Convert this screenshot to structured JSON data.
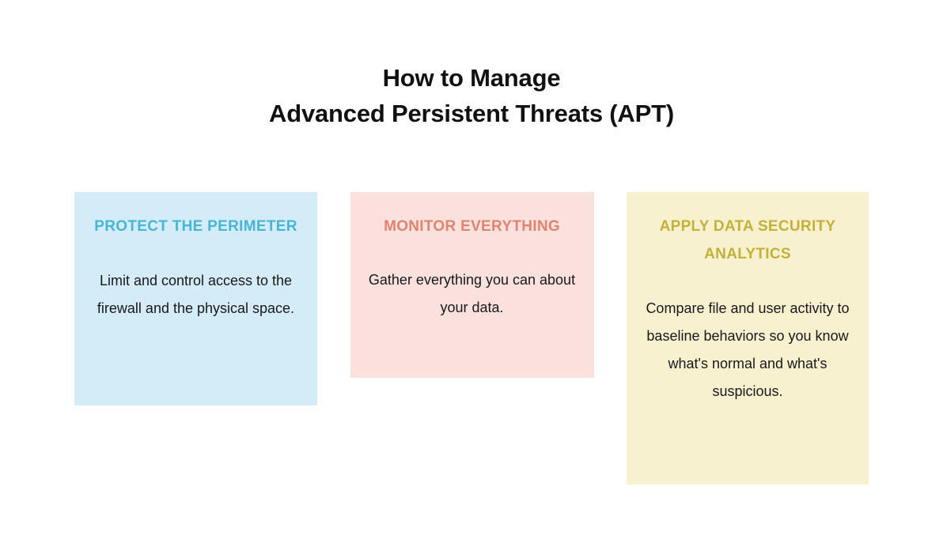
{
  "title": {
    "line1": "How to Manage",
    "line2": "Advanced Persistent Threats (APT)"
  },
  "colors": {
    "page_background": "#ffffff",
    "title_text": "#111111",
    "body_text": "#17181a",
    "card1_background": "#d4ecf7",
    "card1_heading": "#46b6d4",
    "card2_background": "#fbe1dd",
    "card2_heading": "#e0836f",
    "card3_background": "#f8f1d0",
    "card3_heading": "#c2b23a"
  },
  "cards": [
    {
      "heading": "PROTECT THE PERIMETER",
      "body": "Limit and control access to the firewall and the physical space."
    },
    {
      "heading": "MONITOR EVERYTHING",
      "body": "Gather everything you can about your data."
    },
    {
      "heading": "APPLY DATA SECURITY ANALYTICS",
      "body": "Compare file and user activity to baseline behaviors so you know what's normal and what's suspicious."
    }
  ]
}
